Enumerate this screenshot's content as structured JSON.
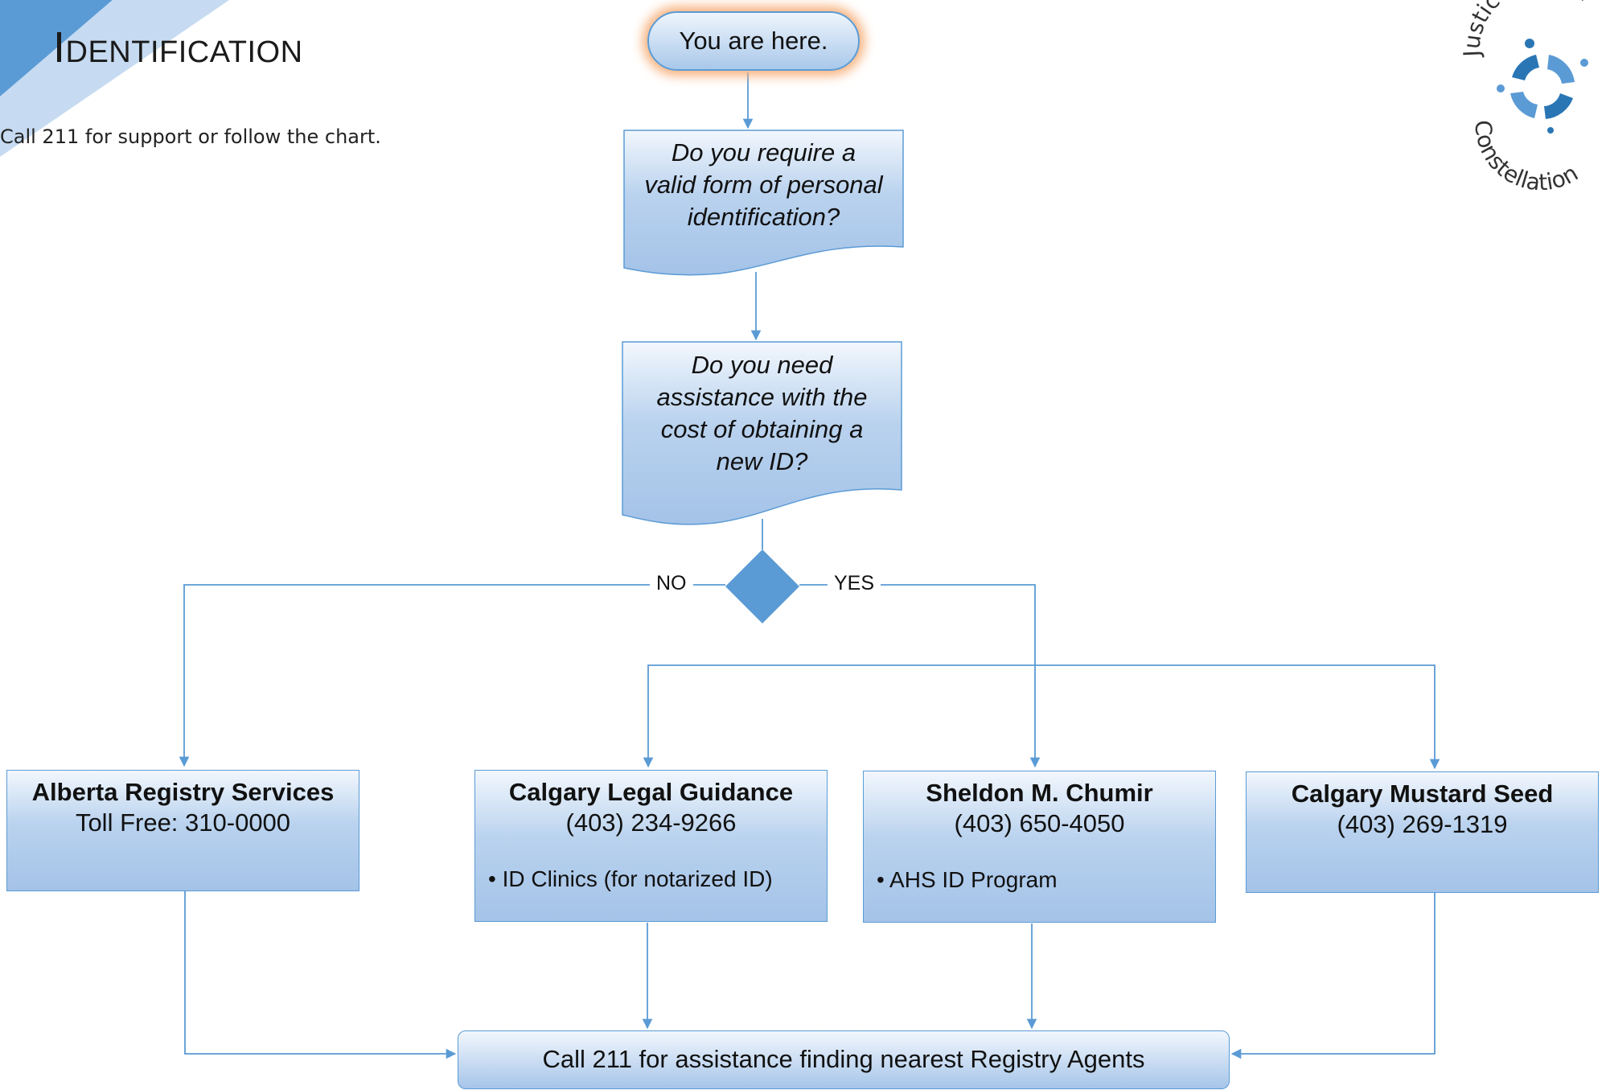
{
  "header": {
    "title_initial": "I",
    "title_rest": "DENTIFICATION",
    "subtitle": "Call 211 for support or follow the chart."
  },
  "logo": {
    "text_top": "Justice Sector",
    "text_bottom": "Constellation"
  },
  "flow": {
    "start": "You are here.",
    "question1": [
      "Do you require a",
      "valid form of personal",
      "identification?"
    ],
    "question2": [
      "Do you need",
      "assistance with the",
      "cost of obtaining a",
      "new ID?"
    ],
    "decision": {
      "no_label": "NO",
      "yes_label": "YES"
    },
    "services": [
      {
        "name": "Alberta Registry Services",
        "phone": "Toll Free: 310-0000",
        "bullet": ""
      },
      {
        "name": "Calgary Legal Guidance",
        "phone": "(403) 234-9266",
        "bullet": "ID Clinics (for notarized ID)"
      },
      {
        "name": "Sheldon M. Chumir",
        "phone": "(403) 650-4050",
        "bullet": "AHS ID Program"
      },
      {
        "name": "Calgary Mustard Seed",
        "phone": "(403) 269-1319",
        "bullet": ""
      }
    ],
    "final": "Call 211 for assistance finding nearest Registry Agents"
  },
  "colors": {
    "accent": "#5b9bd5",
    "box_light": "#f2f7fd",
    "box_dark": "#a4c3e8",
    "glow": "#f7b07a",
    "corner_dark": "#5b9bd5",
    "corner_light": "#bcd5ef"
  }
}
